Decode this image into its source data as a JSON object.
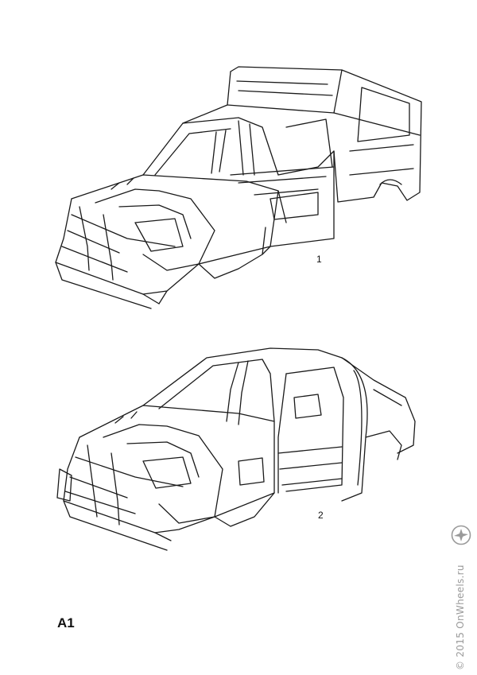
{
  "figures": [
    {
      "callout": "1",
      "subject": "van-body-shell"
    },
    {
      "callout": "2",
      "subject": "pickup-body-shell"
    }
  ],
  "page_label": "A1",
  "watermark": {
    "text": "© 2015 OnWheels.ru",
    "logo_icon": "brand-logo-icon"
  },
  "colors": {
    "line": "#1a1a1a",
    "watermark": "#9a9a9a",
    "background": "#ffffff"
  }
}
